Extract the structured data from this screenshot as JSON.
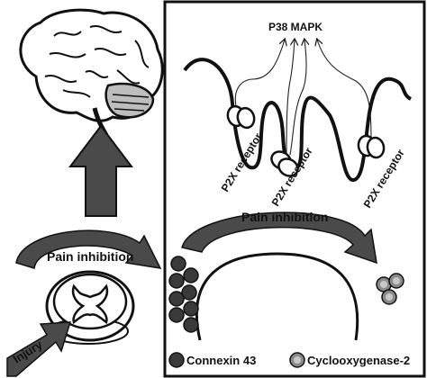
{
  "labels": {
    "p38": "P38 MAPK",
    "receptor_left": "P2X receptor",
    "receptor_middle": "P2X receptor",
    "receptor_right": "P2X receptor",
    "pain_inhibition_left": "Pain inhibition",
    "pain_inhibition_right": "Pain inhibition",
    "injury": "Injury"
  },
  "legend": {
    "connexin": "Connexin 43",
    "cox2": "Cyclooxygenase-2"
  },
  "colors": {
    "dark_arrow": "#4a4a4a",
    "connexin_fill": "#3a3a3a",
    "cox2_fill": "#8a8a8a",
    "cox2_inner": "#c8c8c8"
  }
}
